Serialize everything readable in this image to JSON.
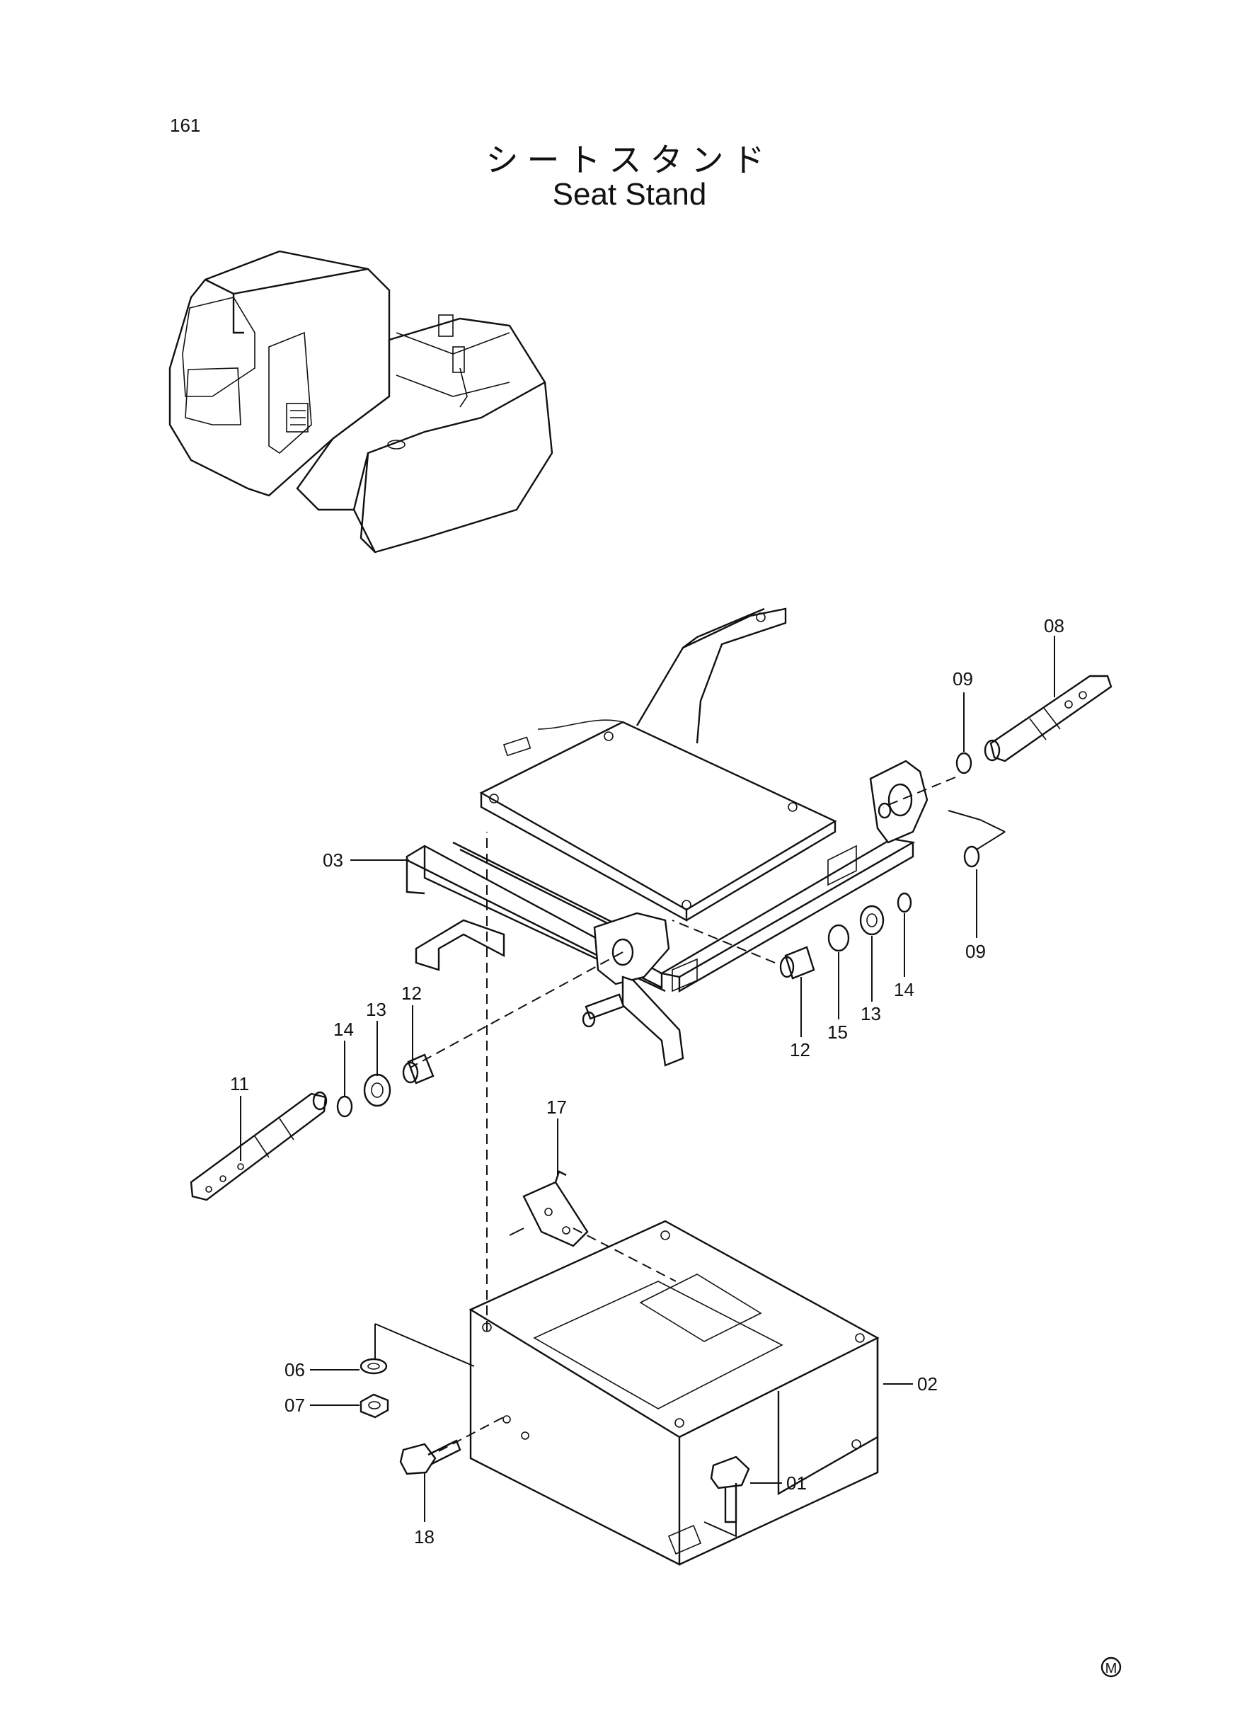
{
  "page": {
    "number": "161",
    "title_ja": "シートスタンド",
    "title_en": "Seat Stand",
    "mark": "M"
  },
  "callouts": {
    "c01": "01",
    "c02": "02",
    "c03": "03",
    "c06": "06",
    "c07": "07",
    "c08": "08",
    "c09a": "09",
    "c09b": "09",
    "c11": "11",
    "c12a": "12",
    "c12b": "12",
    "c13a": "13",
    "c13b": "13",
    "c14a": "14",
    "c14b": "14",
    "c15": "15",
    "c17": "17",
    "c18": "18"
  }
}
